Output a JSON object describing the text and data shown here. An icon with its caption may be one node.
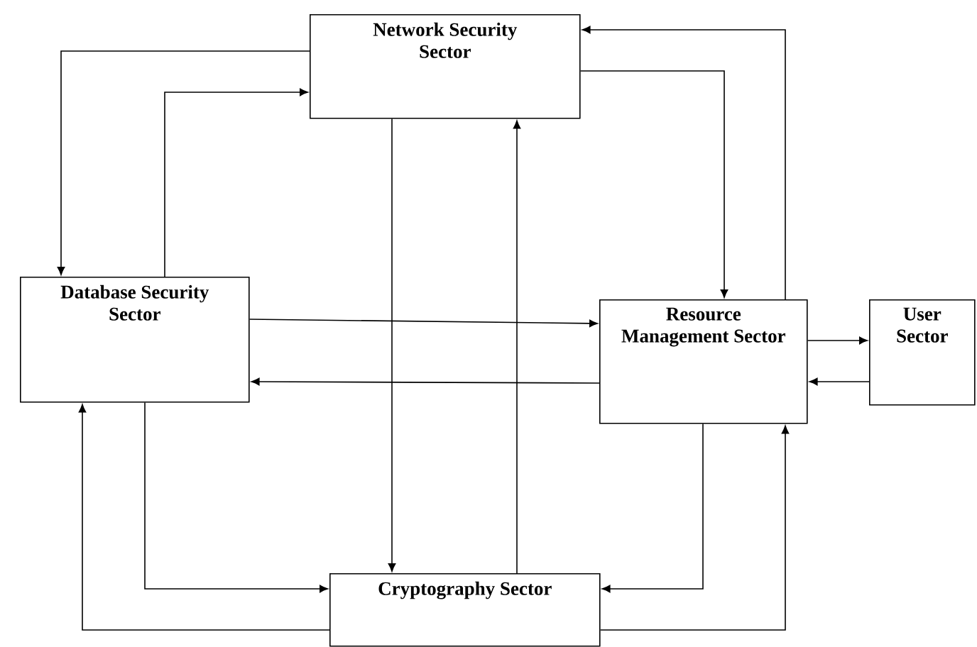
{
  "diagram": {
    "nodes": [
      {
        "text": [
          "Network Security Sector"
        ]
      },
      {
        "text": [
          "Database Security Sector"
        ]
      },
      {
        "text": [
          "Resource Management Sector"
        ]
      },
      {
        "text": [
          "User Sector"
        ]
      },
      {
        "text": [
          "Cryptography Sector"
        ]
      }
    ],
    "edges": [
      {
        "from": 0,
        "to": 1,
        "arrow": "to"
      },
      {
        "from": 1,
        "to": 0,
        "arrow": "to"
      },
      {
        "from": 0,
        "to": 2,
        "arrow": "to"
      },
      {
        "from": 2,
        "to": 0,
        "arrow": "to"
      },
      {
        "from": 1,
        "to": 2,
        "arrow": "to"
      },
      {
        "from": 2,
        "to": 1,
        "arrow": "to"
      },
      {
        "from": 2,
        "to": 3,
        "arrow": "to"
      },
      {
        "from": 3,
        "to": 2,
        "arrow": "to"
      },
      {
        "from": 0,
        "to": 4,
        "arrow": "to"
      },
      {
        "from": 4,
        "to": 0,
        "arrow": "to"
      },
      {
        "from": 1,
        "to": 4,
        "arrow": "to"
      },
      {
        "from": 4,
        "to": 1,
        "arrow": "to"
      },
      {
        "from": 2,
        "to": 4,
        "arrow": "to"
      },
      {
        "from": 4,
        "to": 2,
        "arrow": "to"
      }
    ]
  }
}
